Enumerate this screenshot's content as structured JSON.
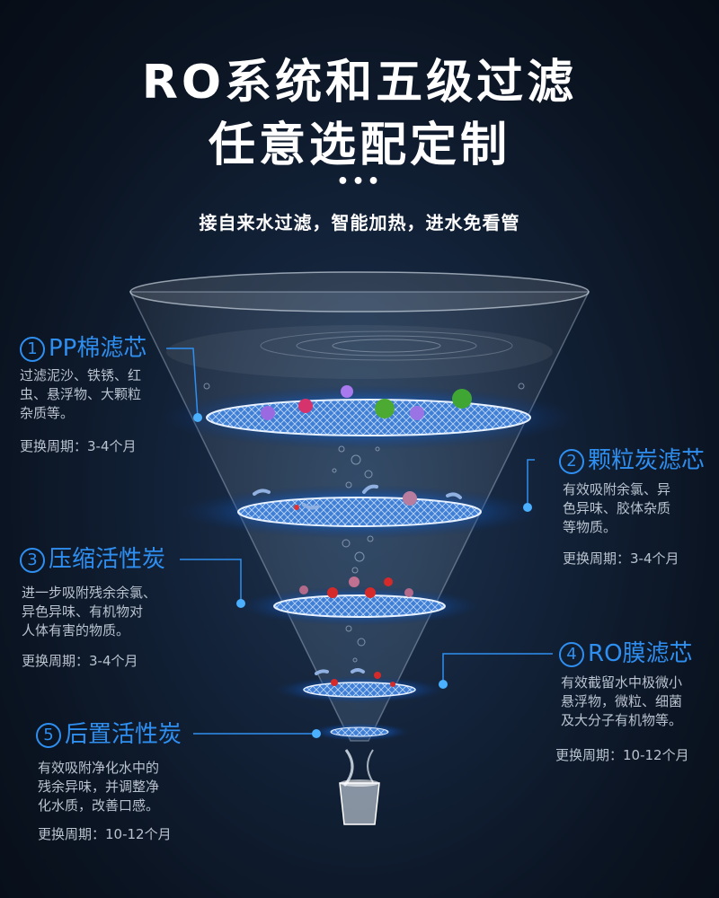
{
  "header": {
    "title_line1": "RO系统和五级过滤",
    "title_line2": "任意选配定制",
    "dots": "•••",
    "subtitle": "接自来水过滤，智能加热，进水免看管"
  },
  "stages": [
    {
      "number": "1",
      "name": "PP棉滤芯",
      "desc_lines": [
        "过滤泥沙、铁锈、红",
        "虫、悬浮物、大颗粒",
        "杂质等。"
      ],
      "cycle": "更换周期：3-4个月"
    },
    {
      "number": "2",
      "name": "颗粒炭滤芯",
      "desc_lines": [
        "有效吸附余氯、异",
        "色异味、胶体杂质",
        "等物质。"
      ],
      "cycle": "更换周期：3-4个月"
    },
    {
      "number": "3",
      "name": "压缩活性炭",
      "desc_lines": [
        "进一步吸附残余余氯、",
        "异色异味、有机物对",
        "人体有害的物质。"
      ],
      "cycle": "更换周期：3-4个月"
    },
    {
      "number": "4",
      "name": "RO膜滤芯",
      "desc_lines": [
        "有效截留水中极微小",
        "悬浮物，微粒、细菌",
        "及大分子有机物等。"
      ],
      "cycle": "更换周期：10-12个月"
    },
    {
      "number": "5",
      "name": "后置活性炭",
      "desc_lines": [
        "有效吸附净化水中的",
        "残余异味，并调整净",
        "化水质，改善口感。"
      ],
      "cycle": "更换周期：10-12个月"
    }
  ],
  "colors": {
    "accent": "#2f8ff0",
    "background": "#0f1c2e",
    "text": "#ffffff",
    "desc": "#b9c3cf"
  },
  "icons": [
    "funnel-illustration",
    "water-glass-icon",
    "bacteria-icon"
  ]
}
